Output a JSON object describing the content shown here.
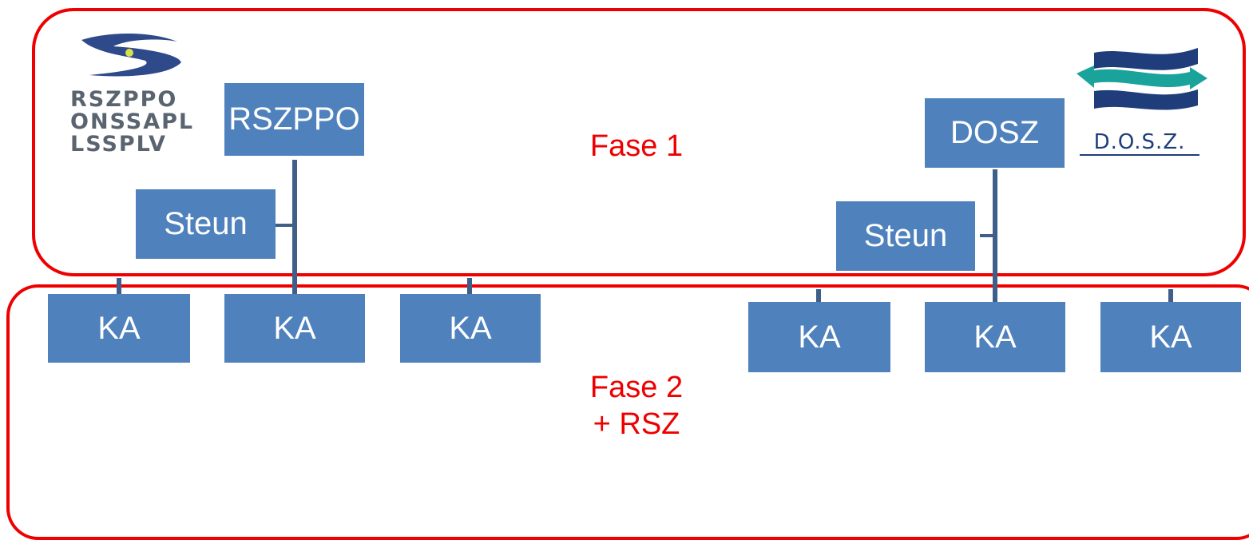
{
  "phase1_label": "Fase 1",
  "phase2_label": {
    "line1": "Fase 2",
    "line2": "+ RSZ"
  },
  "left_org": {
    "root": "RSZPPO",
    "support": "Steun",
    "children": [
      "KA",
      "KA",
      "KA"
    ],
    "logo": {
      "name": "rszppo-logo",
      "lines": [
        "RSZPPO",
        "ONSSAPL",
        "LSSPLV"
      ]
    }
  },
  "right_org": {
    "root": "DOSZ",
    "support": "Steun",
    "children": [
      "KA",
      "KA",
      "KA"
    ],
    "logo": {
      "name": "dosz-logo",
      "text": "D.O.S.Z."
    }
  },
  "colors": {
    "box": "#4f81bd",
    "line": "#3e5f8a",
    "phase_border": "#ee0000",
    "phase_text": "#ee0000"
  }
}
